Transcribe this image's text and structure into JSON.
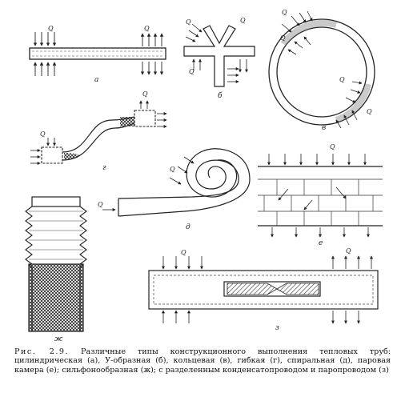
{
  "panel_labels": {
    "a": "а",
    "b": "б",
    "v": "в",
    "g": "г",
    "d": "д",
    "e": "е",
    "zh": "ж",
    "z": "з"
  },
  "flux_label": "Q",
  "caption": {
    "lead": "Рис. 2.9.",
    "text": "Различные типы конструкционного выполнения тепловых труб: цилиндрическая (а), У-образная (б), кольцевая (в), гибкая (г), спиральная (д), паровая камера (е); сильфонообразная (ж); с разделенным конденсатопроводом и паропроводом (з)"
  }
}
